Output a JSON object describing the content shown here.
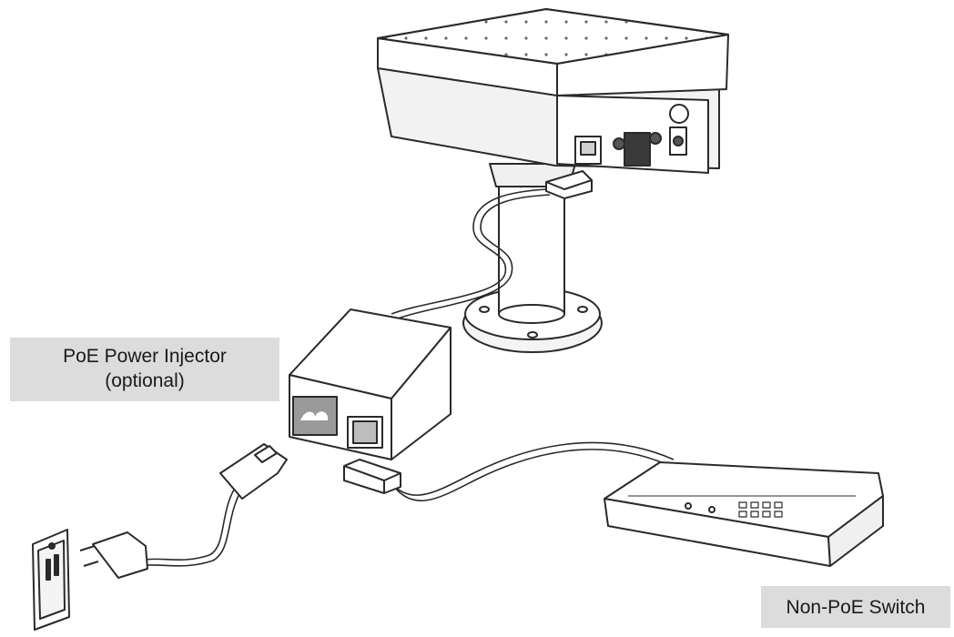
{
  "labels": {
    "injector_line1": "PoE Power Injector",
    "injector_line2": "(optional)",
    "switch": "Non-PoE Switch"
  },
  "colors": {
    "line": "#2a2a2a",
    "label_bg": "#dcdcdc",
    "shade": "#9a9a9a"
  },
  "icons": [
    "ip-camera-icon",
    "poe-injector-icon",
    "network-switch-icon",
    "power-plug-icon",
    "wall-outlet-icon",
    "rj45-connector-icon"
  ]
}
